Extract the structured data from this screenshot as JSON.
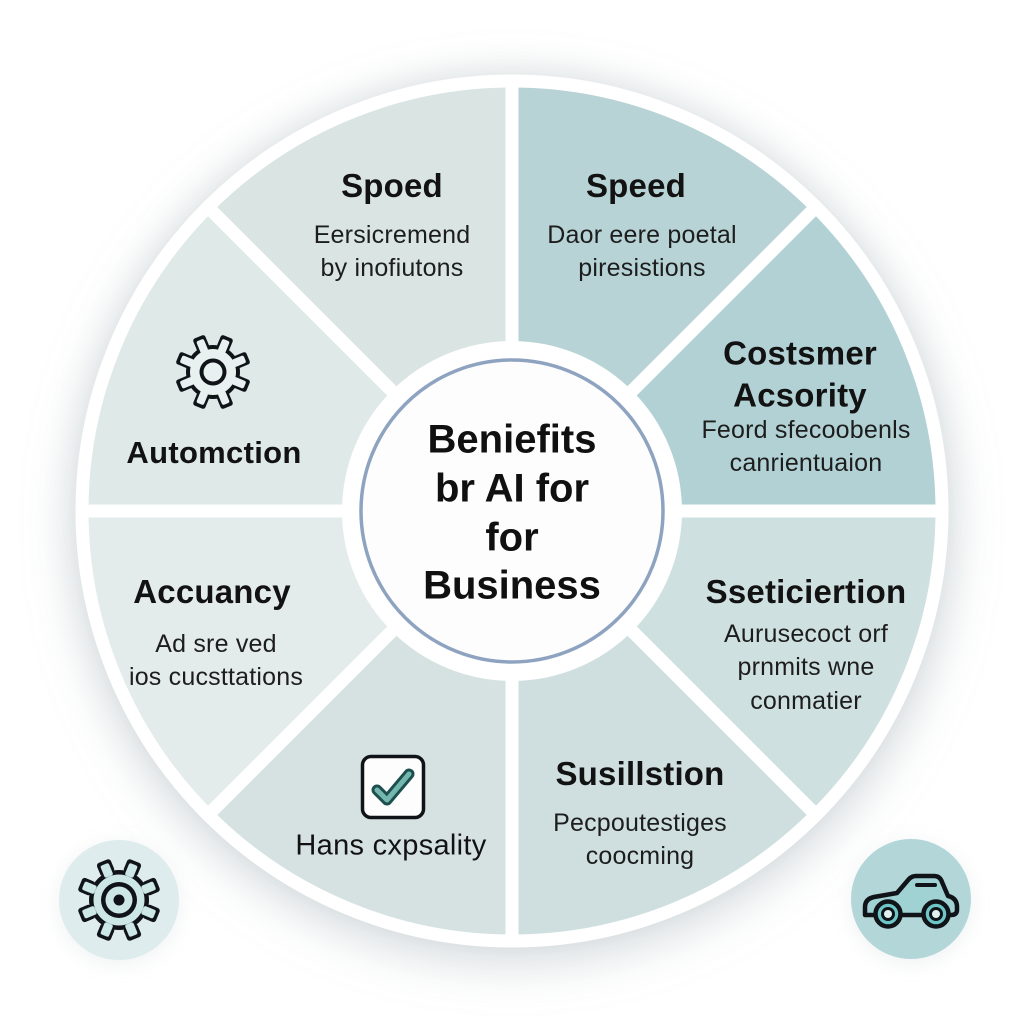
{
  "center": {
    "text": "Beniefits\nbr AI for\nfor\nBusiness",
    "fill": "#fdfdfe",
    "ring_color": "#8ea3c0"
  },
  "segments": {
    "spoed": {
      "title": "Spoed",
      "subtitle": "Eersicremend\nby inofiutons",
      "color": "#d9e4e3"
    },
    "speed": {
      "title": "Speed",
      "subtitle": "Daor eere poetal\npiresistions",
      "color": "#b7d3d6"
    },
    "customer_accuracy": {
      "title": "Costsmer\nAcsority",
      "subtitle": "Feord sfecoobenls\ncanrientuaion",
      "color": "#b2d1d4"
    },
    "satisfaction": {
      "title": "Sseticiertion",
      "subtitle": "Aurusecoct orf\nprnmits wne\nconmatier",
      "color": "#cfe0e1"
    },
    "sustainability": {
      "title": "Susillstion",
      "subtitle": "Pecpoutestiges\ncoocming",
      "color": "#cfdfe0"
    },
    "hands_quality": {
      "label": "Hans cxpsality",
      "color": "#d6e2e2"
    },
    "accuracy": {
      "title": "Accuancy",
      "subtitle": "Ad sre ved\nios cucsttations",
      "color": "#e3ebeb"
    },
    "automation": {
      "label": "Automction",
      "color": "#dee9e8"
    }
  },
  "icons": {
    "automation": "gear-icon",
    "hands_quality": "check-square-icon",
    "bottom_left_corner": "gear-icon",
    "bottom_right_corner": "car-icon"
  },
  "colors": {
    "divider": "#ffffff",
    "icon_outline": "#101418",
    "gear_fill": "#e8f1f0",
    "corner_circle_left": "#dfecee",
    "corner_circle_right": "#b3d6d9",
    "corner_gear_fill": "#cde7e7",
    "checkbox_fill": "#fdfdfd",
    "check_dark": "#1d4f4e",
    "check_light": "#74b7af",
    "car_body": "#a0d2d4",
    "wheel_fill": "#6fc6c8",
    "wheel_hub": "#dff0f0"
  }
}
